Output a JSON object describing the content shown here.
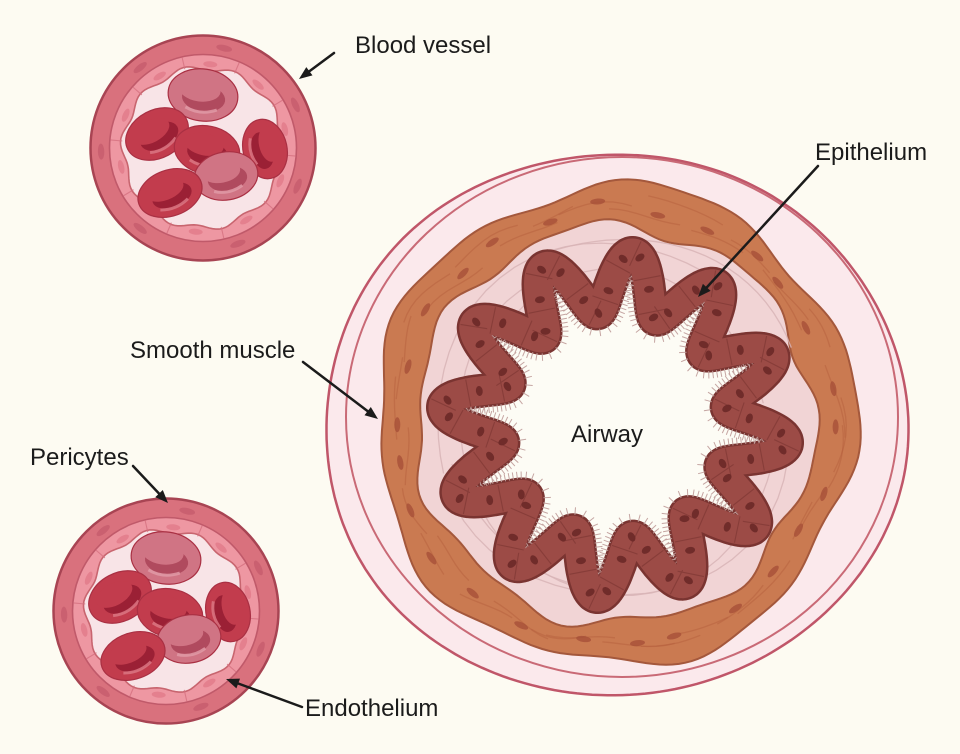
{
  "title": "Blood vessel and airway cross-section diagram",
  "labels": {
    "blood_vessel": "Blood vessel",
    "epithelium": "Epithelium",
    "smooth_muscle": "Smooth muscle",
    "pericytes": "Pericytes",
    "airway": "Airway",
    "endothelium": "Endothelium"
  },
  "colors": {
    "background": "#fdfbf2",
    "label_text": "#1b1b1b",
    "arrow": "#1b1b1b",
    "vessel": {
      "outer_wall": "#d9717d",
      "wall_outline": "#a84453",
      "pericyte_nucleus": "#c35a6b",
      "endothelium_band": "#ee97a2",
      "endothelium_outline": "#c05a6a",
      "endothelial_nucleus": "#e27d8c",
      "cell_border": "#d4707f",
      "lumen": "#f8e4e7",
      "lumen_outline": "#c8656f",
      "rbc": "#c23c4d",
      "rbc_inner": "#9b2035",
      "rbc_outline": "#a93043",
      "rbc_highlight": "#db7583",
      "rbc_light": "#d07484",
      "rbc_light_inner": "#b04a5e",
      "rbc_light_highlight": "#e09aa6"
    },
    "airway": {
      "outer_ring": "#fbe9ec",
      "outer_outline": "#c05669",
      "membrane_line": "#c96a76",
      "muscle": "#ca7a51",
      "muscle_outline": "#a4583c",
      "muscle_nucleus": "#a65038",
      "muscle_streak": "#b5603e",
      "submucosa": "#f1d4d5",
      "submucosa_line": "#d8b4b6",
      "epithelium": "#9c4b46",
      "epithelium_outline": "#7a3431",
      "epithelium_nucleus": "#6e2a29",
      "cilia": "#c2a09d",
      "lumen": "#fdfcf5"
    }
  }
}
